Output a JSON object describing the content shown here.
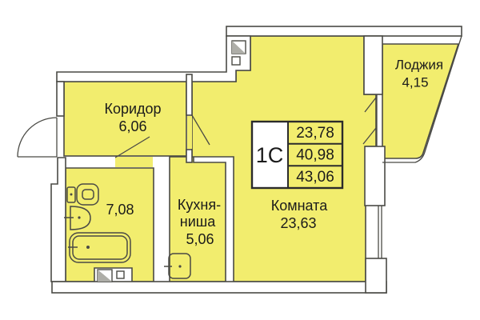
{
  "plan": {
    "rooms": {
      "corridor": {
        "name": "Коридор",
        "area": "6,06"
      },
      "bathroom": {
        "area": "7,08"
      },
      "kitchen": {
        "name_line1": "Кухня-",
        "name_line2": "ниша",
        "area": "5,06"
      },
      "living_room": {
        "name": "Комната",
        "area": "23,63"
      },
      "loggia": {
        "name": "Лоджия",
        "area": "4,15"
      }
    },
    "info_table": {
      "unit_type": "1С",
      "rows": [
        "23,78",
        "40,98",
        "43,06"
      ]
    },
    "colors": {
      "room_fill": "#F2ED6E",
      "wall_line": "#4A4A45",
      "table_border": "#2B2B2B",
      "text": "#1B1B1B"
    }
  }
}
